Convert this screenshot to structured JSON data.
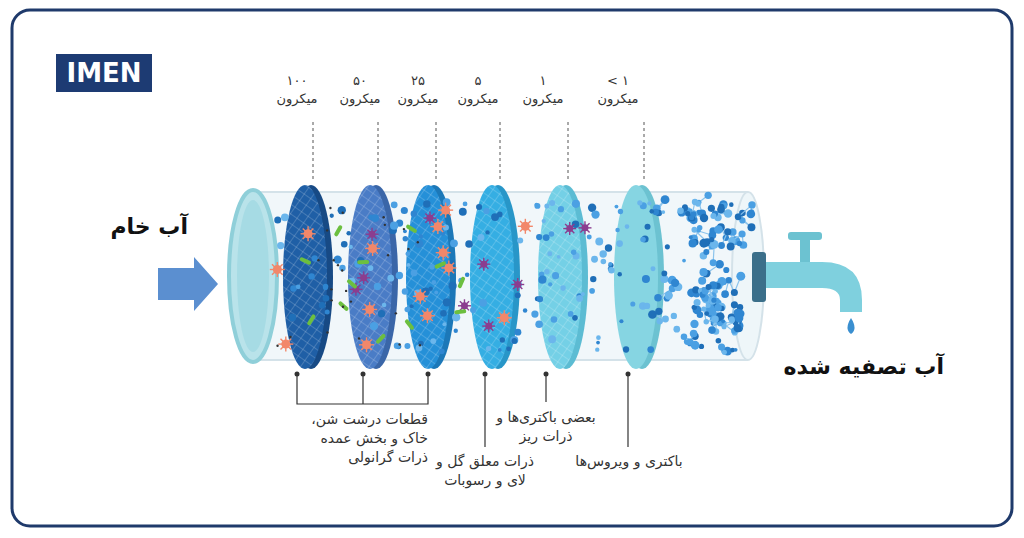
{
  "diagram": {
    "nodes": [
      {
        "text": [
          "IMEN"
        ]
      }
    ],
    "labels": [
      "آب خام",
      "۱۰۰ میکرون",
      "۵۰ میکرون",
      "۲۵ میکرون",
      "۵ میکرون",
      "۱ میکرون",
      "< ۱ میکرون",
      "قطعات درشت شن، خاک و بخش عمده ذرات گرانولی",
      "ذرات معلق گل و لای و رسوبات",
      "بعضی باکتری‌ها و ذرات ریز",
      "باکتری و ویروس‌ها",
      "آب تصفیه شده"
    ]
  }
}
